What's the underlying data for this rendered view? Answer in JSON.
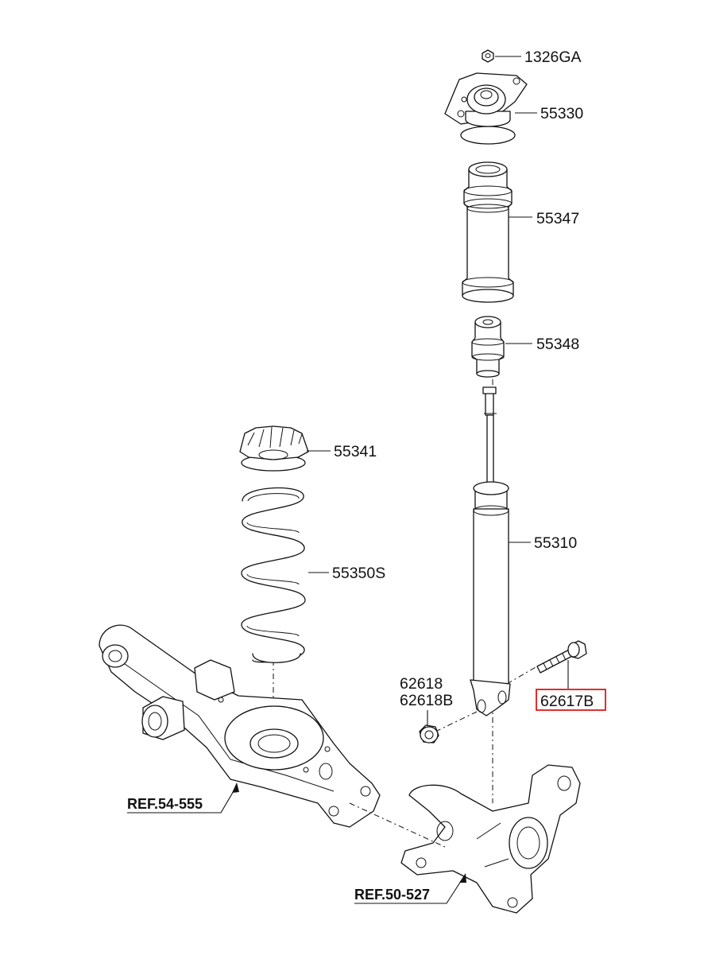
{
  "parts": {
    "nut_top": "1326GA",
    "mount": "55330",
    "dust_cover": "55347",
    "bumper": "55348",
    "upper_seat": "55341",
    "spring": "55350S",
    "shock_absorber": "55310",
    "nut_lower_a": "62618",
    "nut_lower_b": "62618B",
    "bolt": "62617B"
  },
  "references": {
    "lower_arm": "REF.54-555",
    "knuckle": "REF.50-527"
  },
  "highlight": {
    "part": "62617B",
    "color": "#e01818"
  }
}
